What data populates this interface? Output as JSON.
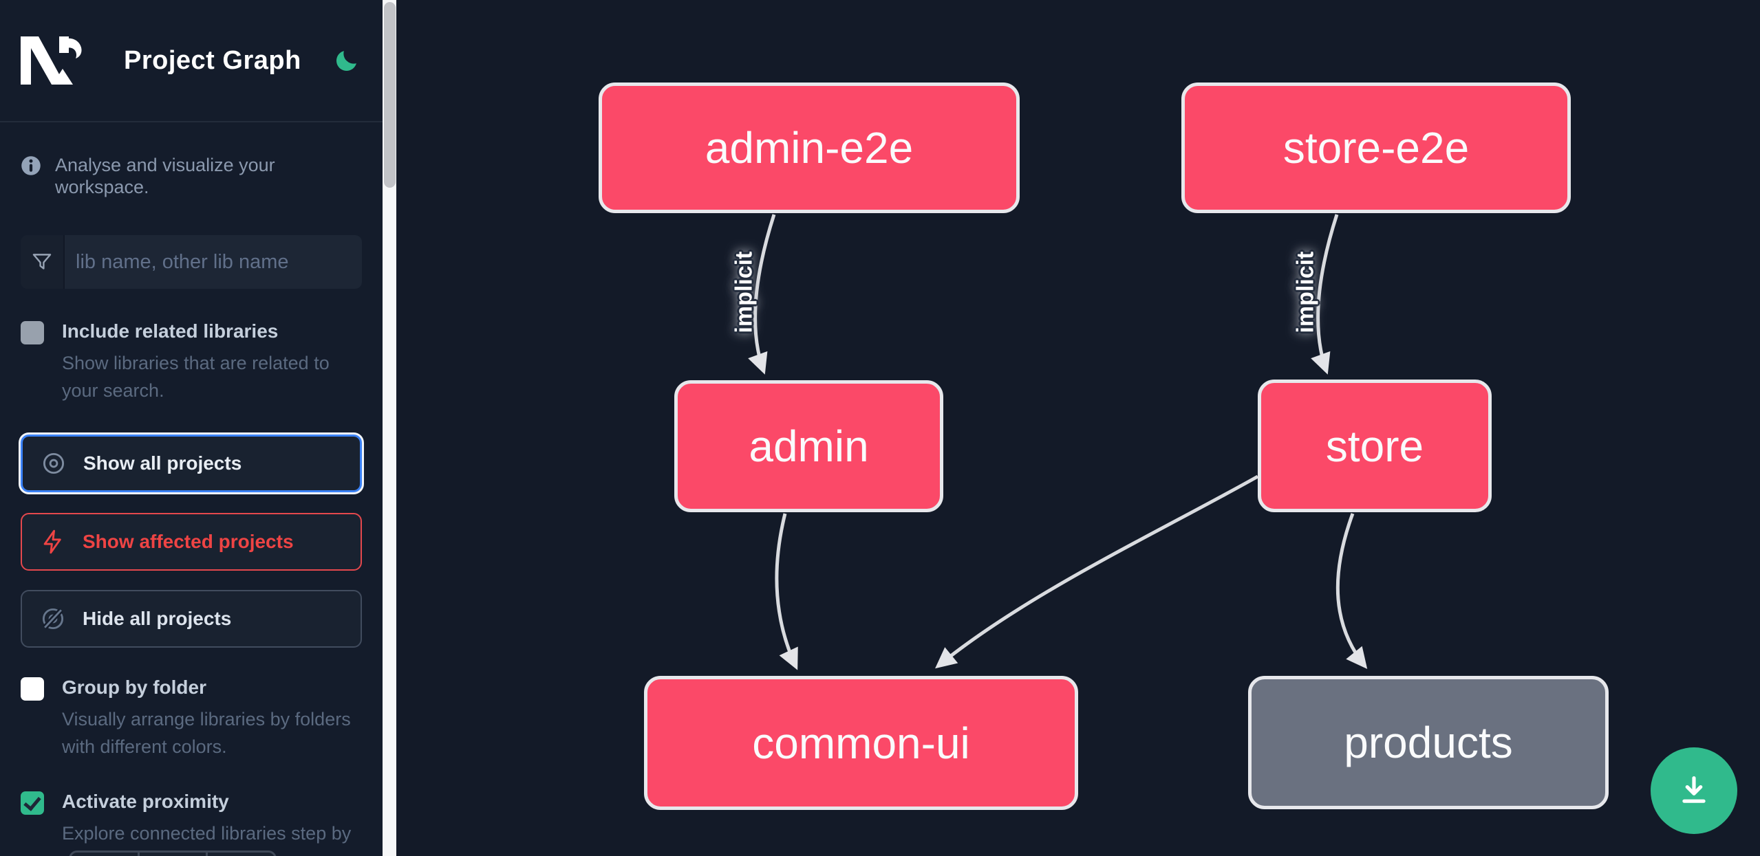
{
  "app": {
    "title": "Project Graph"
  },
  "intro": {
    "text": "Analyse and visualize your workspace."
  },
  "search": {
    "placeholder": "lib name, other lib name"
  },
  "options": {
    "include_related": {
      "label": "Include related libraries",
      "description": "Show libraries that are related to your search.",
      "checked": false
    },
    "group_by_folder": {
      "label": "Group by folder",
      "description": "Visually arrange libraries by folders with different colors.",
      "checked": false
    },
    "activate_proximity": {
      "label": "Activate proximity",
      "description": "Explore connected libraries step by step.",
      "checked": true
    }
  },
  "actions": {
    "show_all": "Show all projects",
    "show_affected": "Show affected projects",
    "hide_all": "Hide all projects"
  },
  "graph": {
    "edge_label": "implicit",
    "nodes": [
      {
        "id": "admin-e2e",
        "label": "admin-e2e",
        "style": "pink"
      },
      {
        "id": "store-e2e",
        "label": "store-e2e",
        "style": "pink"
      },
      {
        "id": "admin",
        "label": "admin",
        "style": "pink"
      },
      {
        "id": "store",
        "label": "store",
        "style": "pink"
      },
      {
        "id": "common-ui",
        "label": "common-ui",
        "style": "pink"
      },
      {
        "id": "products",
        "label": "products",
        "style": "gray"
      }
    ],
    "edges": [
      {
        "from": "admin-e2e",
        "to": "admin",
        "label": "implicit"
      },
      {
        "from": "store-e2e",
        "to": "store",
        "label": "implicit"
      },
      {
        "from": "admin",
        "to": "common-ui",
        "label": ""
      },
      {
        "from": "store",
        "to": "common-ui",
        "label": ""
      },
      {
        "from": "store",
        "to": "products",
        "label": ""
      }
    ]
  },
  "colors": {
    "background": "#131a28",
    "sidebar": "#141c2b",
    "node_pink": "#fb4968",
    "node_gray": "#6a7180",
    "node_border": "#e7e8ec",
    "edge": "#d9dbdf",
    "accent_green": "#30ba8c",
    "focus_blue": "#3b82f6",
    "warn_red": "#ee4444"
  }
}
